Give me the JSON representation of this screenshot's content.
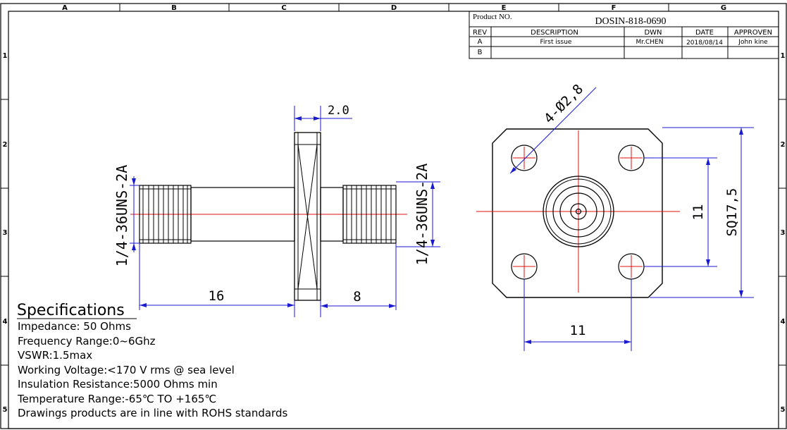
{
  "border": {
    "columns": [
      "A",
      "B",
      "C",
      "D",
      "E",
      "F",
      "G"
    ],
    "rows": [
      "1",
      "2",
      "3",
      "4",
      "5"
    ]
  },
  "title_block": {
    "product_label": "Product NO.",
    "product_no": "DOSIN-818-0690",
    "headers": {
      "rev": "REV",
      "description": "DESCRIPTION",
      "dwn": "DWN",
      "date": "DATE",
      "approved": "APPROVEN"
    },
    "rows": [
      {
        "rev": "A",
        "description": "First issue",
        "dwn": "Mr.CHEN",
        "date": "2018/08/14",
        "approved": "John kine"
      },
      {
        "rev": "B",
        "description": "",
        "dwn": "",
        "date": "",
        "approved": ""
      }
    ]
  },
  "side_view": {
    "flange_thickness": "2.0",
    "thread_left": "1/4-36UNS-2A",
    "thread_right": "1/4-36UNS-2A",
    "length_left": "16",
    "length_right": "8"
  },
  "front_view": {
    "holes": "4-Ø2,8",
    "square": "SQ17,5",
    "spacing_vertical": "11",
    "spacing_horizontal": "11"
  },
  "specifications": {
    "title": "Specifications",
    "lines": [
      "Impedance: 50 Ohms",
      "Frequency Range:0~6Ghz",
      "VSWR:1.5max",
      "Working Voltage:<170 V rms @ sea level",
      "Insulation Resistance:5000 Ohms min",
      "Temperature Range:-65℃ TO +165℃",
      "Drawings products are in line with ROHS standards"
    ]
  },
  "colors": {
    "line": "#000000",
    "dimension": "#1a1ad0",
    "centerline": "#e01010"
  }
}
